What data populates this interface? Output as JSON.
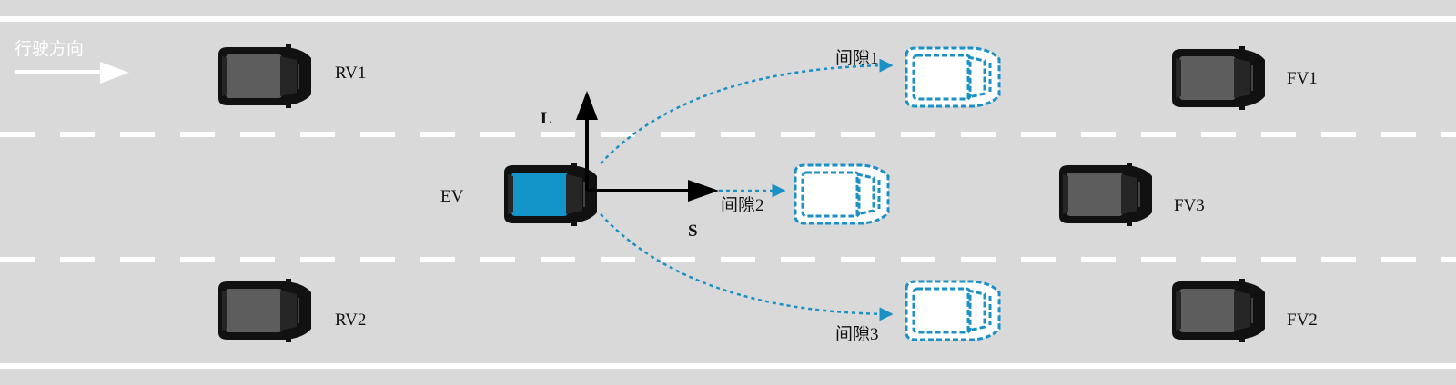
{
  "direction_label": "行驶方向",
  "axes": {
    "lateral": "L",
    "longitudinal": "S"
  },
  "vehicles": {
    "ev": "EV",
    "rv1": "RV1",
    "rv2": "RV2",
    "fv1": "FV1",
    "fv2": "FV2",
    "fv3": "FV3"
  },
  "gaps": {
    "gap1": "间隙1",
    "gap2": "间隙2",
    "gap3": "间隙3"
  },
  "colors": {
    "road": "#d9d9d9",
    "lane_marking": "#ffffff",
    "ego": "#1495c9",
    "path": "#1a90c4",
    "other_car": "#5c5c5c",
    "axis": "#000000"
  }
}
